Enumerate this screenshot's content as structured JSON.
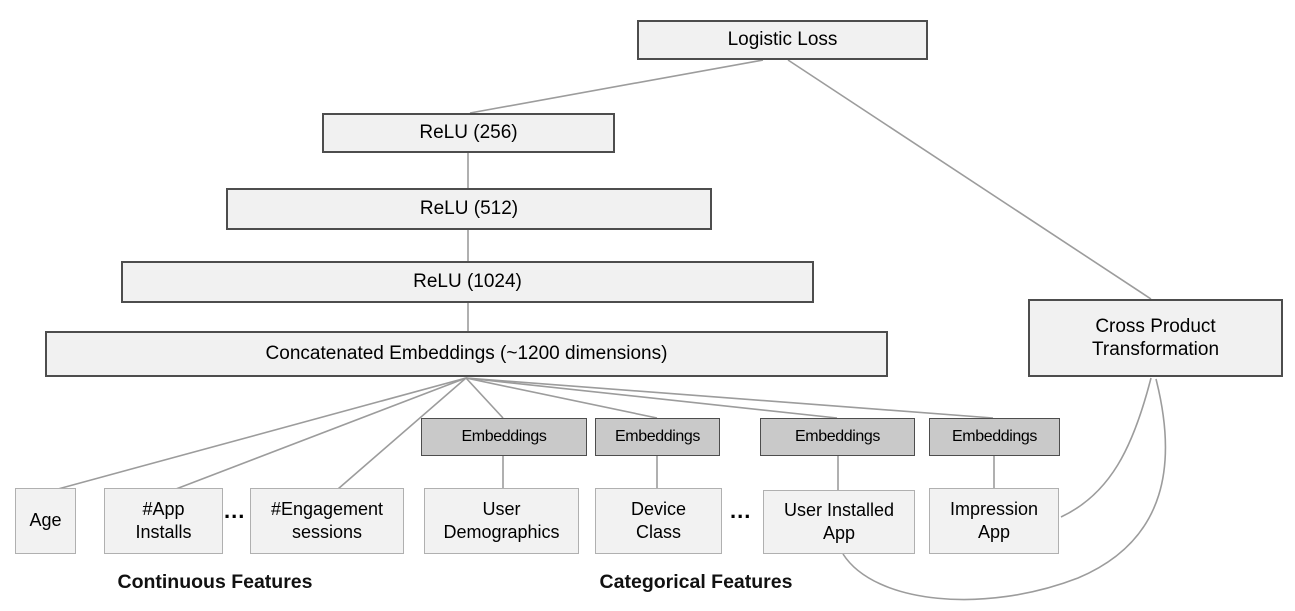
{
  "nodes": {
    "logistic_loss": "Logistic Loss",
    "relu_256": "ReLU (256)",
    "relu_512": "ReLU (512)",
    "relu_1024": "ReLU (1024)",
    "concatenated_embeddings": "Concatenated Embeddings (~1200 dimensions)",
    "cross_product_transformation": "Cross Product Transformation",
    "embeddings_1": "Embeddings",
    "embeddings_2": "Embeddings",
    "embeddings_3": "Embeddings",
    "embeddings_4": "Embeddings",
    "age": "Age",
    "app_installs": "#App Installs",
    "engagement_sessions": "#Engagement sessions",
    "user_demographics": "User Demographics",
    "device_class": "Device Class",
    "user_installed_app": "User Installed App",
    "impression_app": "Impression App"
  },
  "ellipsis": {
    "continuous": "...",
    "categorical": "..."
  },
  "group_labels": {
    "continuous": "Continuous Features",
    "categorical": "Categorical Features"
  },
  "colors": {
    "background": "#ffffff",
    "node_fill": "#f1f1f1",
    "node_border": "#4d4d4d",
    "embedding_fill": "#c9c9c9",
    "feature_fill": "#f2f2f2",
    "feature_border": "#b0b0b0",
    "edge": "#9c9c9c",
    "text": "#000000"
  }
}
